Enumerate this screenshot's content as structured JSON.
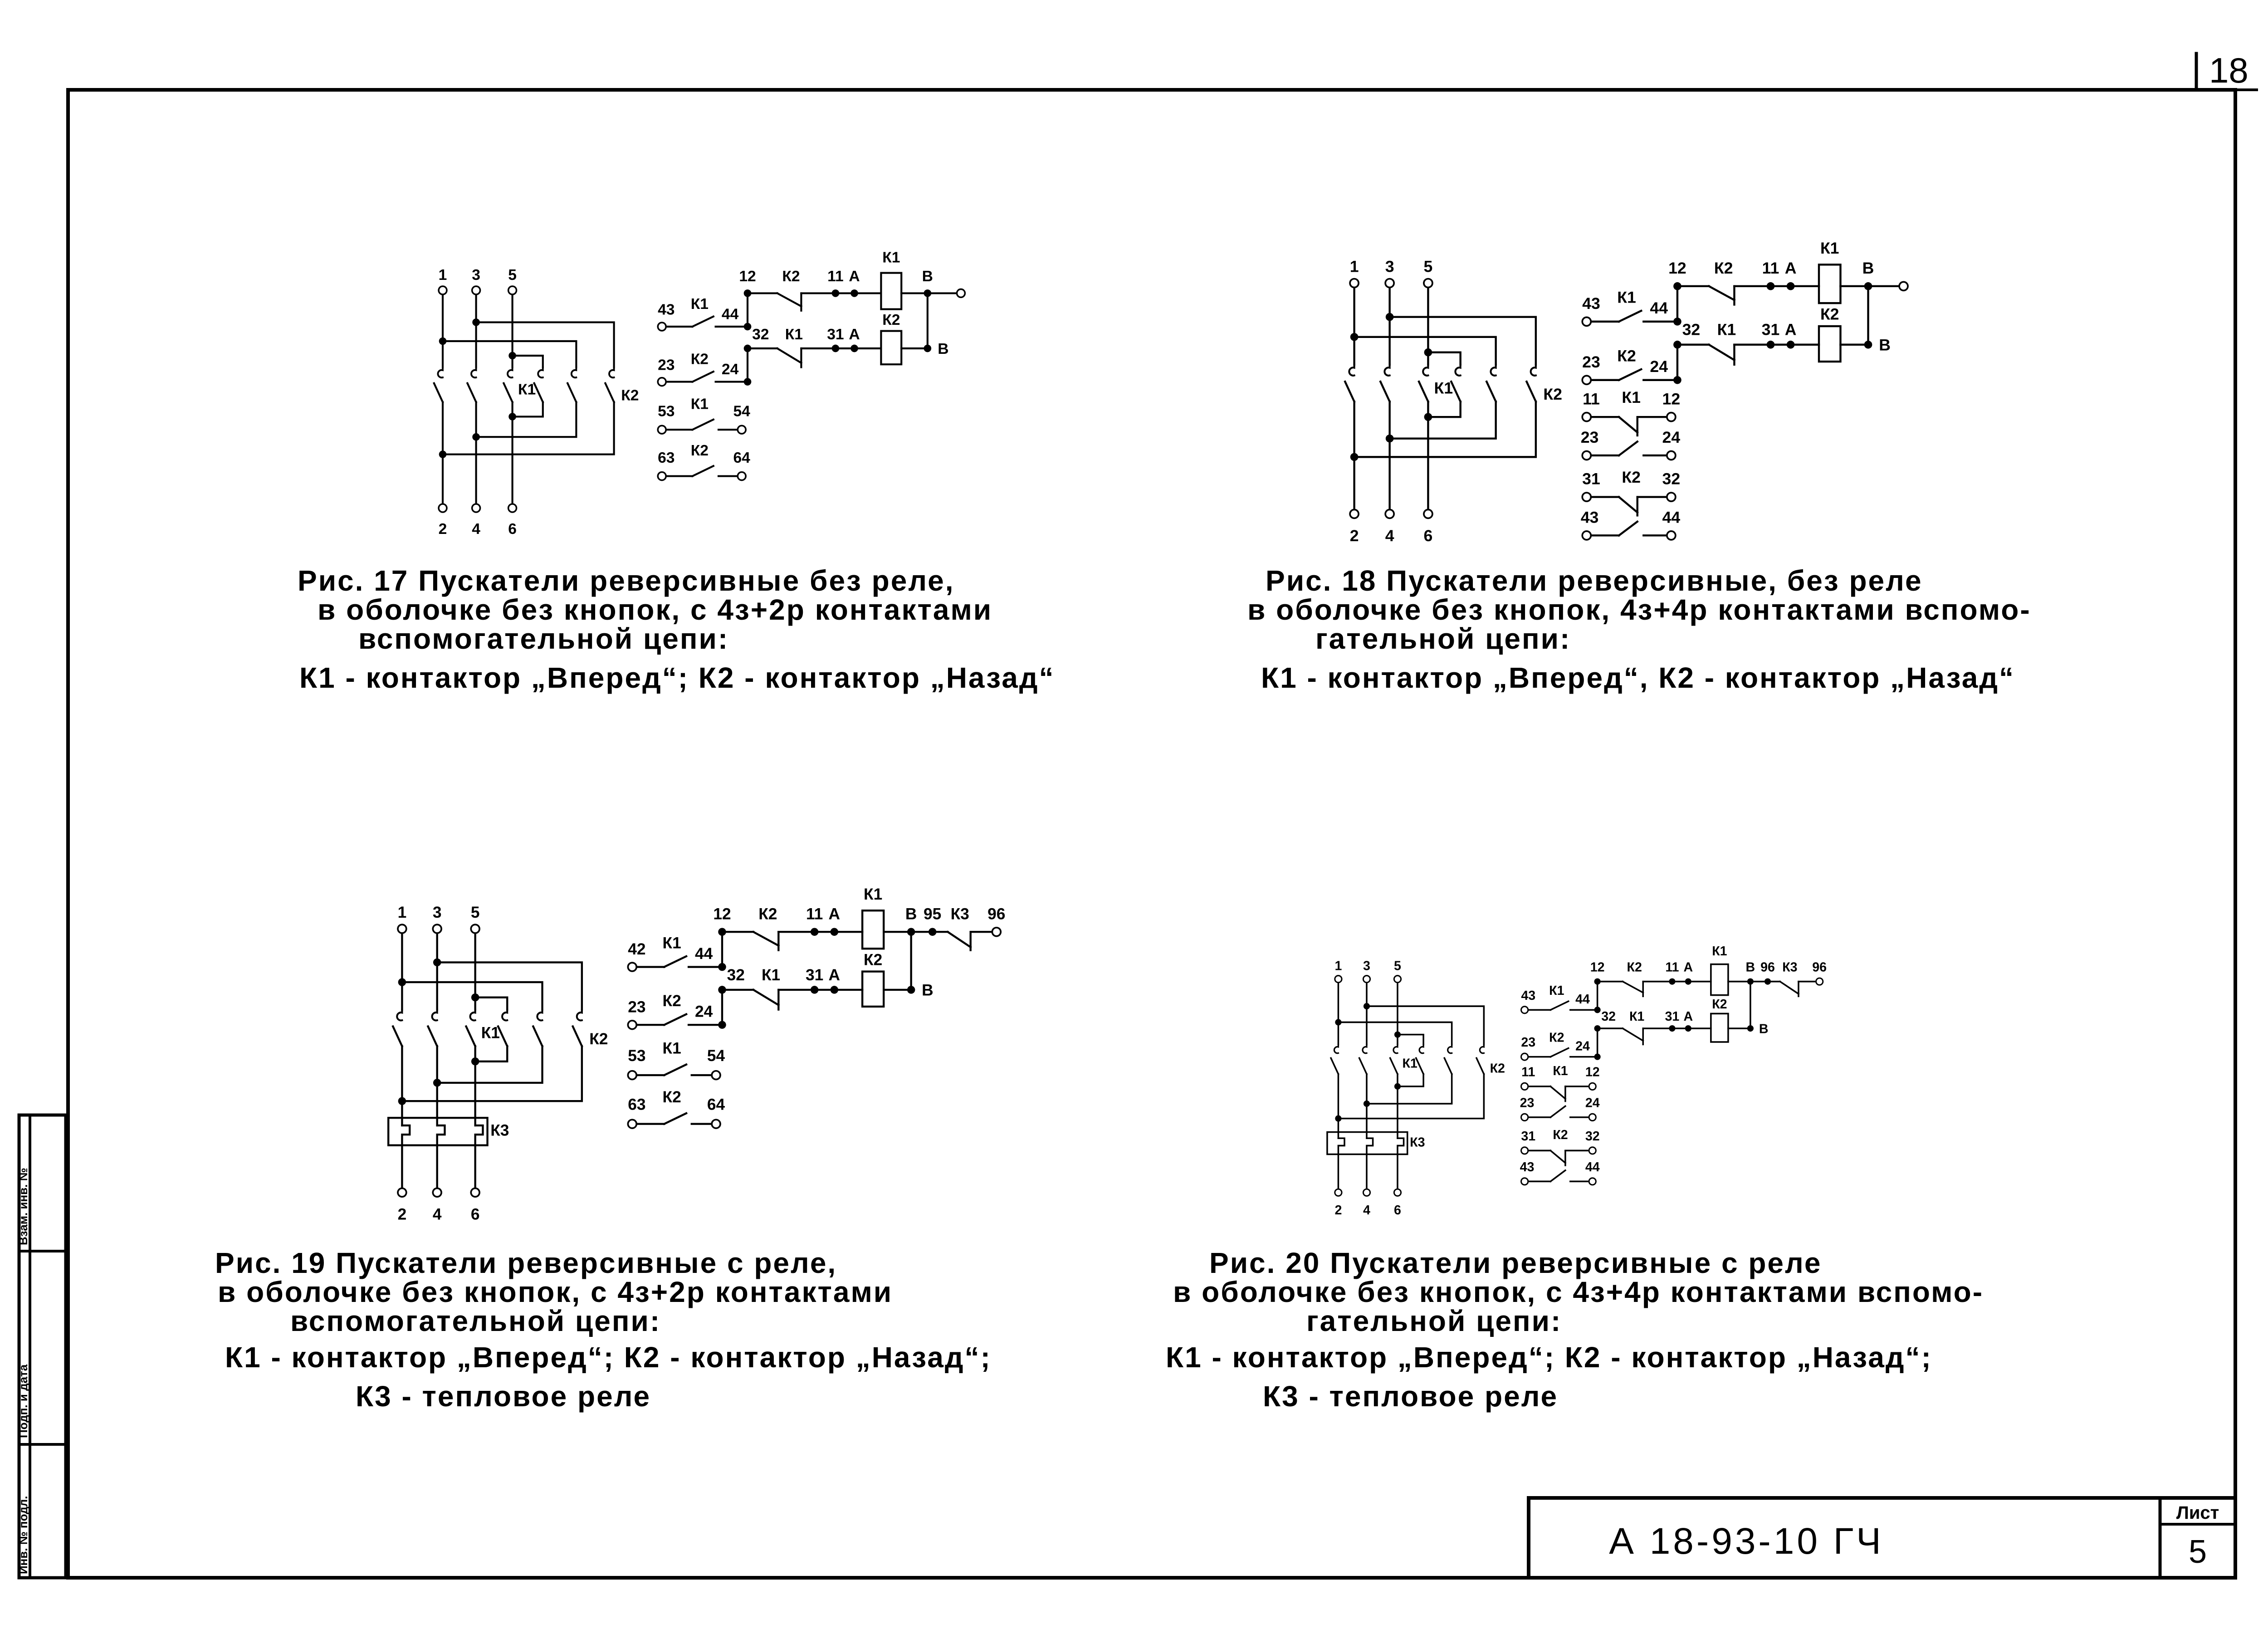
{
  "sheet": {
    "page_number": "18",
    "document_code": "А 18-93-10 ГЧ",
    "sheet_label": "Лист",
    "sheet_number": "5"
  },
  "margin_stamp": [
    "Взам. инв. №",
    "Подп. и дата",
    "Инв. № подл."
  ],
  "figures": [
    {
      "id": "fig17",
      "caption": [
        "Рис. 17 Пускатели реверсивные без реле,",
        "в оболочке без кнопок, с 4з+2р контактами",
        "вспомогательной цепи:",
        "К1 - контактор „Вперед“; К2 - контактор „Назад“"
      ],
      "power": {
        "top": [
          "1",
          "3",
          "5"
        ],
        "bottom": [
          "2",
          "4",
          "6"
        ],
        "k1": "К1",
        "k2": "К2"
      },
      "control": {
        "row1": {
          "a": "12",
          "contact": "К2",
          "b": "11",
          "c": "А",
          "coil": "К1",
          "d": "В"
        },
        "row2": {
          "a": "32",
          "contact": "К1",
          "b": "31",
          "c": "А",
          "coil": "К2",
          "d": "В"
        },
        "aux": [
          {
            "a": "43",
            "contact": "К1",
            "b": "44"
          },
          {
            "a": "23",
            "contact": "К2",
            "b": "24"
          }
        ],
        "extra_no": [
          {
            "a": "53",
            "contact": "К1",
            "b": "54"
          },
          {
            "a": "63",
            "contact": "К2",
            "b": "64"
          }
        ]
      }
    },
    {
      "id": "fig18",
      "caption": [
        "Рис. 18 Пускатели реверсивные, без реле",
        "в оболочке без кнопок, 4з+4р контактами вспомо-",
        "гательной цепи:",
        "К1 - контактор „Вперед“, К2 - контактор „Назад“"
      ],
      "power": {
        "top": [
          "1",
          "3",
          "5"
        ],
        "bottom": [
          "2",
          "4",
          "6"
        ],
        "k1": "К1",
        "k2": "К2"
      },
      "control": {
        "row1": {
          "a": "12",
          "contact": "К2",
          "b": "11",
          "c": "А",
          "coil": "К1",
          "d": "В"
        },
        "row2": {
          "a": "32",
          "contact": "К1",
          "b": "31",
          "c": "А",
          "coil": "К2",
          "d": "В"
        },
        "aux": [
          {
            "a": "43",
            "contact": "К1",
            "b": "44"
          },
          {
            "a": "23",
            "contact": "К2",
            "b": "24"
          }
        ],
        "extra_pairs": [
          {
            "nc": {
              "a": "11",
              "contact": "К1",
              "b": "12"
            },
            "no": {
              "a": "23",
              "b": "24"
            }
          },
          {
            "nc": {
              "a": "31",
              "contact": "К2",
              "b": "32"
            },
            "no": {
              "a": "43",
              "b": "44"
            }
          }
        ]
      }
    },
    {
      "id": "fig19",
      "caption": [
        "Рис. 19 Пускатели реверсивные с реле,",
        "в оболочке без кнопок, с 4з+2р контактами",
        "вспомогательной цепи:",
        "К1 - контактор „Вперед“; К2 - контактор „Назад“;",
        "К3 - тепловое реле"
      ],
      "power": {
        "top": [
          "1",
          "3",
          "5"
        ],
        "bottom": [
          "2",
          "4",
          "6"
        ],
        "k1": "К1",
        "k2": "К2",
        "k3": "К3"
      },
      "control": {
        "row1": {
          "a": "12",
          "contact": "К2",
          "b": "11",
          "c": "А",
          "coil": "К1",
          "d": "В"
        },
        "row2": {
          "a": "32",
          "contact": "К1",
          "b": "31",
          "c": "А",
          "coil": "К2",
          "d": "В"
        },
        "thermal": {
          "a": "95",
          "contact": "К3",
          "b": "96"
        },
        "aux": [
          {
            "a": "42",
            "contact": "К1",
            "b": "44"
          },
          {
            "a": "23",
            "contact": "К2",
            "b": "24"
          }
        ],
        "extra_no": [
          {
            "a": "53",
            "contact": "К1",
            "b": "54"
          },
          {
            "a": "63",
            "contact": "К2",
            "b": "64"
          }
        ]
      }
    },
    {
      "id": "fig20",
      "caption": [
        "Рис. 20 Пускатели реверсивные с реле",
        "в оболочке без кнопок, с 4з+4р контактами вспомо-",
        "гательной цепи:",
        "К1 - контактор „Вперед“; К2 - контактор „Назад“;",
        "К3 - тепловое реле"
      ],
      "power": {
        "top": [
          "1",
          "3",
          "5"
        ],
        "bottom": [
          "2",
          "4",
          "6"
        ],
        "k1": "К1",
        "k2": "К2",
        "k3": "К3"
      },
      "control": {
        "row1": {
          "a": "12",
          "contact": "К2",
          "b": "11",
          "c": "А",
          "coil": "К1",
          "d": "В"
        },
        "row2": {
          "a": "32",
          "contact": "К1",
          "b": "31",
          "c": "А",
          "coil": "К2",
          "d": "В"
        },
        "thermal": {
          "a": "96",
          "contact": "К3",
          "b": "96"
        },
        "aux": [
          {
            "a": "43",
            "contact": "К1",
            "b": "44"
          },
          {
            "a": "23",
            "contact": "К2",
            "b": "24"
          }
        ],
        "extra_pairs": [
          {
            "nc": {
              "a": "11",
              "contact": "К1",
              "b": "12"
            },
            "no": {
              "a": "23",
              "b": "24"
            }
          },
          {
            "nc": {
              "a": "31",
              "contact": "К2",
              "b": "32"
            },
            "no": {
              "a": "43",
              "b": "44"
            }
          }
        ]
      }
    }
  ]
}
